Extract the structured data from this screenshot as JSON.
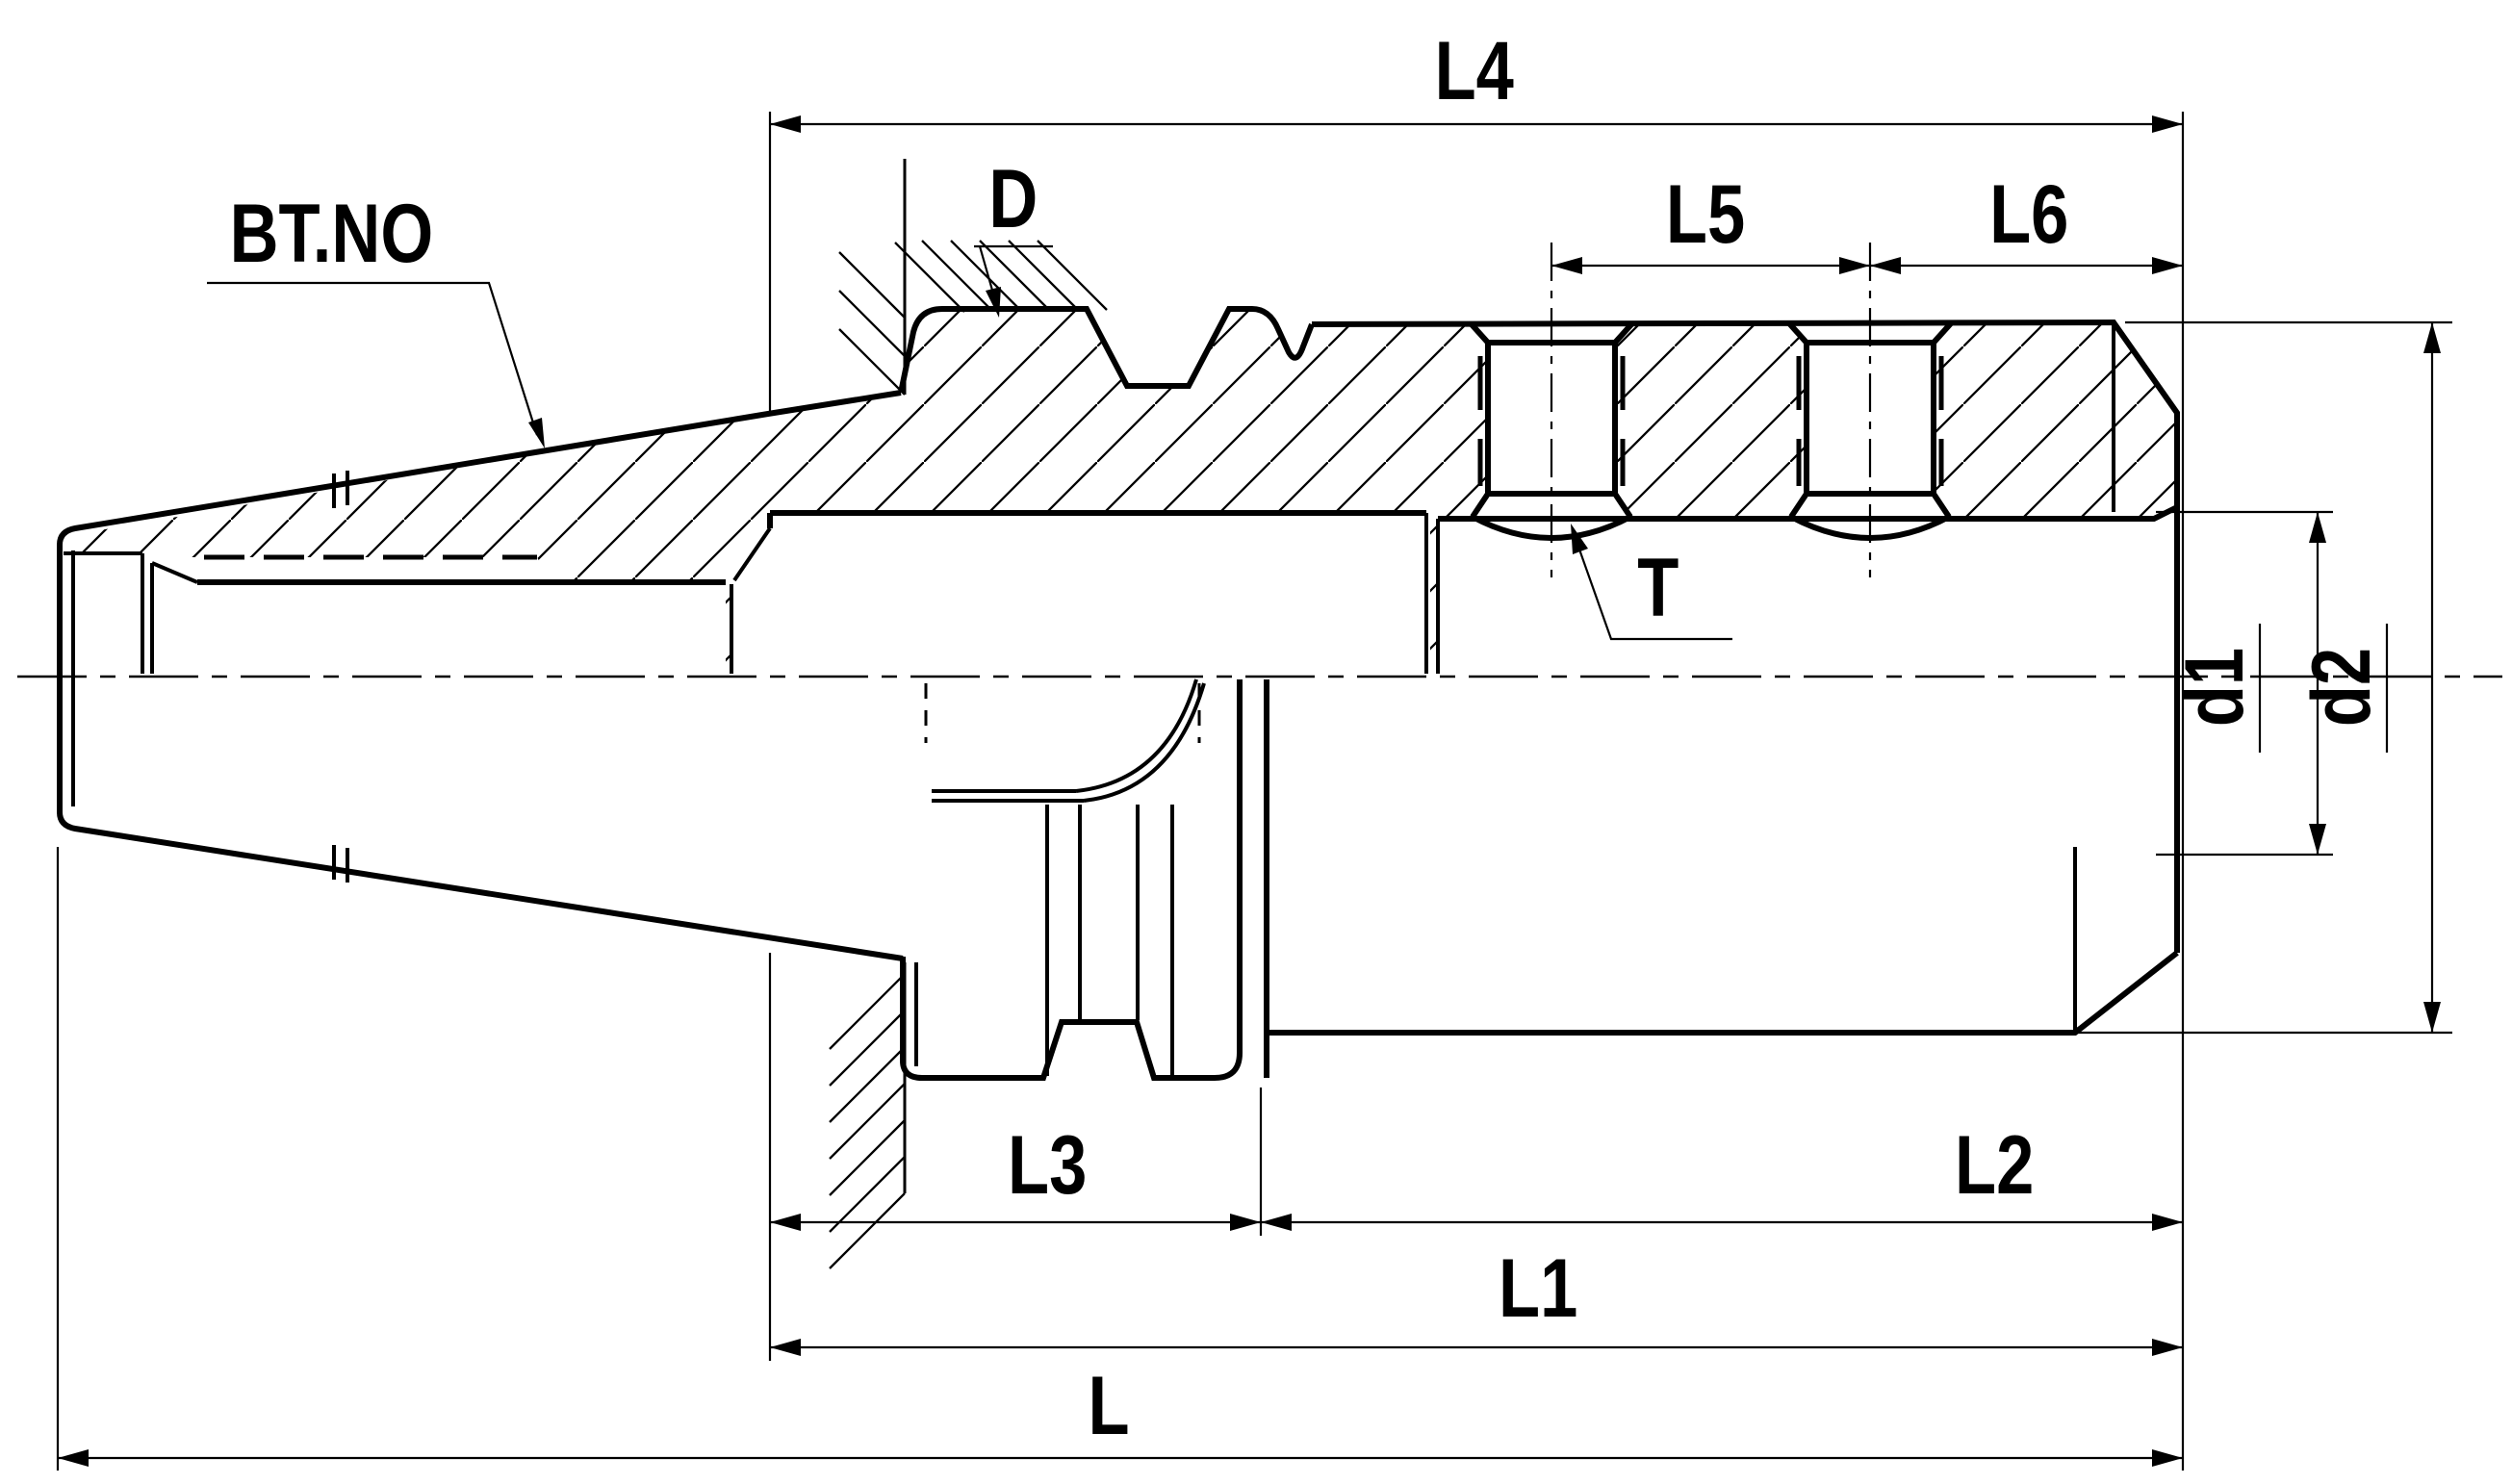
{
  "diagram": {
    "type": "technical-drawing",
    "part": "BT shank side-lock tool holder cross-section",
    "colors": {
      "ink": "#000000",
      "background": "#ffffff"
    },
    "shank_label": "BT.NO",
    "dimension_labels": {
      "l4": "L4",
      "d": "D",
      "l5": "L5",
      "l6": "L6",
      "t": "T",
      "d1": "d1",
      "d2": "d2",
      "l3": "L3",
      "l2": "L2",
      "l1": "L1",
      "l": "L"
    }
  }
}
